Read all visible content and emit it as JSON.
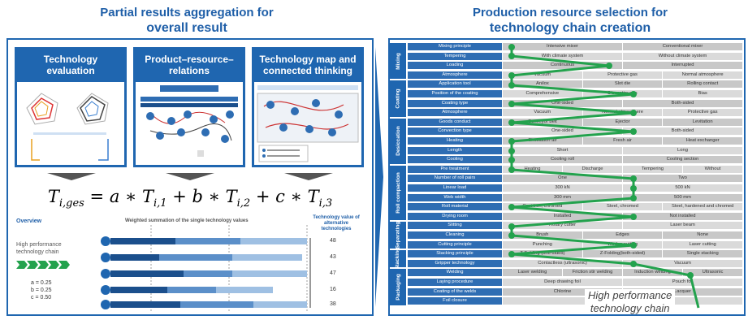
{
  "left": {
    "title_line1": "Partial results aggregation for",
    "title_line2": "overall result",
    "cards": [
      {
        "title_line1": "Technology",
        "title_line2": "evaluation"
      },
      {
        "title_line1": "Product–resource–",
        "title_line2": "relations"
      },
      {
        "title_line1": "Technology map and",
        "title_line2": "connected thinking"
      }
    ],
    "formula": {
      "T": "T",
      "ges": "i,ges",
      "a": "a",
      "b": "b",
      "c": "c",
      "sub1": "i,1",
      "sub2": "i,2",
      "sub3": "i,3"
    },
    "bottom": {
      "col1_header": "Overview",
      "col2_header": "Weighted summation of the single technology values",
      "col3_header": "Technology value of alternative technologies",
      "hp_label": "High performance technology chain",
      "weights": [
        "a = 0.25",
        "b = 0.25",
        "c = 0.50"
      ],
      "values": [
        "48",
        "43",
        "47",
        "16",
        "38"
      ],
      "markers": [
        "1",
        "2",
        "3",
        "4",
        "5"
      ]
    }
  },
  "right": {
    "title_line1": "Production resource selection for",
    "title_line2": "technology chain creation",
    "categories": [
      "Mixing",
      "Coating",
      "Desiccation",
      "Roll compaction",
      "Separating",
      "Stacking",
      "Packaging"
    ],
    "rows": [
      {
        "label": "Mixing principle",
        "options": [
          "Intensive mixer",
          "Conventional mixer"
        ]
      },
      {
        "label": "Tempering",
        "options": [
          "With climate system",
          "Without climate system"
        ]
      },
      {
        "label": "Loading",
        "options": [
          "Continuous",
          "Interrupted"
        ]
      },
      {
        "label": "Atmosphere",
        "options": [
          "Vacuum",
          "Protective gas",
          "Normal atmosphere"
        ]
      },
      {
        "label": "Application tool",
        "options": [
          "Anilox",
          "Slot die",
          "Rolling contact"
        ]
      },
      {
        "label": "Position of the coating",
        "options": [
          "Comprehensive",
          "Discontinuous",
          "Bias"
        ]
      },
      {
        "label": "Coating type",
        "options": [
          "One-sided",
          "Both-sided"
        ]
      },
      {
        "label": "Atmosphere",
        "options": [
          "Vacuum",
          "Normal atmosphere",
          "Protective gas"
        ]
      },
      {
        "label": "Goods conduct",
        "options": [
          "Conveyor belt",
          "Ejector",
          "Levitation"
        ]
      },
      {
        "label": "Convection type",
        "options": [
          "One-sided",
          "Both-sided"
        ]
      },
      {
        "label": "Heating",
        "options": [
          "Circulation air",
          "Fresh air",
          "Heat exchanger"
        ]
      },
      {
        "label": "Length",
        "options": [
          "Short",
          "Long"
        ]
      },
      {
        "label": "Cooling",
        "options": [
          "Cooling roll",
          "Cooling section"
        ]
      },
      {
        "label": "Pre treatment",
        "options": [
          "Heating",
          "Discharge",
          "Tempering",
          "Without"
        ]
      },
      {
        "label": "Number of roll pairs",
        "options": [
          "One",
          "Two"
        ]
      },
      {
        "label": "Linear load",
        "options": [
          "300 kN",
          "500 kN"
        ]
      },
      {
        "label": "Web width",
        "options": [
          "300 mm",
          "500 mm"
        ]
      },
      {
        "label": "Roll material",
        "options": [
          "Cast iron, chromed",
          "Steel, chromed",
          "Steel, hardened and chromed"
        ]
      },
      {
        "label": "Drying room",
        "options": [
          "Installed",
          "Not installed"
        ]
      },
      {
        "label": "Slitting",
        "options": [
          "Rotary cutter",
          "Laser beam"
        ]
      },
      {
        "label": "Cleaning",
        "options": [
          "Brush",
          "Edges",
          "None"
        ]
      },
      {
        "label": "Cutting principle",
        "options": [
          "Punching",
          "Wedge cutting",
          "Laser cutting"
        ]
      },
      {
        "label": "Stacking principle",
        "options": [
          "Z-Folding (one-sided)",
          "Z-Folding(both-sided)",
          "Single stacking"
        ]
      },
      {
        "label": "Gripper technology",
        "options": [
          "Contactless (ultrasonic)",
          "Vacuum"
        ]
      },
      {
        "label": "Welding",
        "options": [
          "Laser welding",
          "Friction stir welding",
          "Induction welding",
          "Ultrasonic"
        ]
      },
      {
        "label": "Laying procedure",
        "options": [
          "Deep drawing foil",
          "Pouch foil"
        ]
      },
      {
        "label": "Coating of the welds",
        "options": [
          "Chlorine",
          "Lacquer"
        ]
      },
      {
        "label": "Foil closure",
        "options": [
          "",
          ""
        ]
      }
    ],
    "hp_line1": "High performance",
    "hp_line2": "technology chain",
    "colors": {
      "blue": "#1f66b0",
      "green": "#23a24d"
    }
  }
}
